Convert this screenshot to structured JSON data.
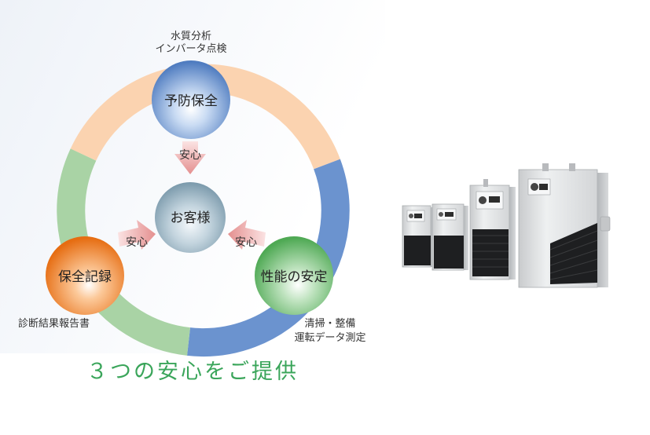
{
  "nodes": {
    "top": {
      "label": "予防保全",
      "notes": [
        "水質分析",
        "インバータ点検"
      ]
    },
    "center": {
      "label": "お客様"
    },
    "left": {
      "label": "保全記録",
      "notes": [
        "診断結果報告書"
      ]
    },
    "right": {
      "label": "性能の安定",
      "notes": [
        "清掃・整備",
        "運転データ測定"
      ]
    }
  },
  "arrows": {
    "top": "安心",
    "left": "安心",
    "right": "安心"
  },
  "caption": "３つの安心をご提供",
  "colors": {
    "ring_orange": "#fbd3b0",
    "ring_blue": "#6b93cf",
    "ring_green": "#a9d3a5",
    "node_top": "#5e86c6",
    "node_center": "#7f9fb0",
    "node_left": "#f07d22",
    "node_right": "#5fb463",
    "caption": "#3aa55a",
    "arrow": "#e9a0a0"
  },
  "product": {
    "image": "refrigerated-air-dryer-units",
    "unit_count": 4
  }
}
